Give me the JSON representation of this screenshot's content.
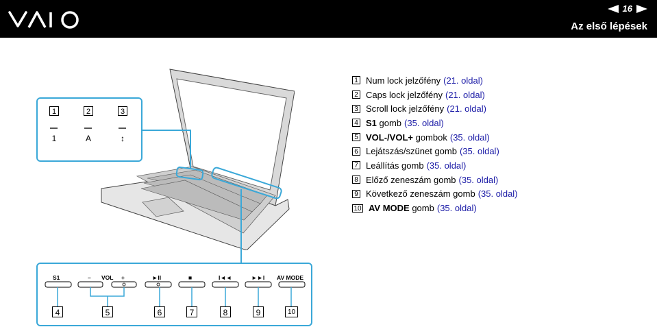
{
  "header": {
    "logo_text": "VAIO",
    "page_number": "16",
    "section_title": "Az első lépések"
  },
  "list": [
    {
      "num": "1",
      "label": "Num lock jelzőfény",
      "ref": "(21. oldal)"
    },
    {
      "num": "2",
      "label": "Caps lock jelzőfény",
      "ref": "(21. oldal)"
    },
    {
      "num": "3",
      "label": "Scroll lock jelzőfény",
      "ref": "(21. oldal)"
    },
    {
      "num": "4",
      "label_bold": "S1",
      "label": " gomb",
      "ref": "(35. oldal)"
    },
    {
      "num": "5",
      "label_bold": "VOL-/VOL+",
      "label": " gombok",
      "ref": "(35. oldal)"
    },
    {
      "num": "6",
      "label": "Lejátszás/szünet gomb",
      "ref": "(35. oldal)"
    },
    {
      "num": "7",
      "label": "Leállítás gomb",
      "ref": "(35. oldal)"
    },
    {
      "num": "8",
      "label": "Előző zeneszám gomb",
      "ref": "(35. oldal)"
    },
    {
      "num": "9",
      "label": "Következő zeneszám gomb",
      "ref": "(35. oldal)"
    },
    {
      "num": "10",
      "label_bold": "AV MODE",
      "label": " gomb",
      "ref": "(35. oldal)"
    }
  ],
  "lock_callout": {
    "numbers": [
      "1",
      "2",
      "3"
    ],
    "icons": [
      "1",
      "A",
      "↕"
    ]
  },
  "button_callout": {
    "labels": {
      "s1": "S1",
      "vol_minus": "–",
      "vol": "VOL",
      "vol_plus": "+",
      "play": "►II",
      "stop": "■",
      "prev": "I◄◄",
      "next": "►►I",
      "avmode": "AV MODE"
    },
    "numbers": [
      "4",
      "5",
      "6",
      "7",
      "8",
      "9",
      "10"
    ]
  },
  "colors": {
    "callout": "#3aa8d8",
    "link": "#1a1aa6"
  }
}
